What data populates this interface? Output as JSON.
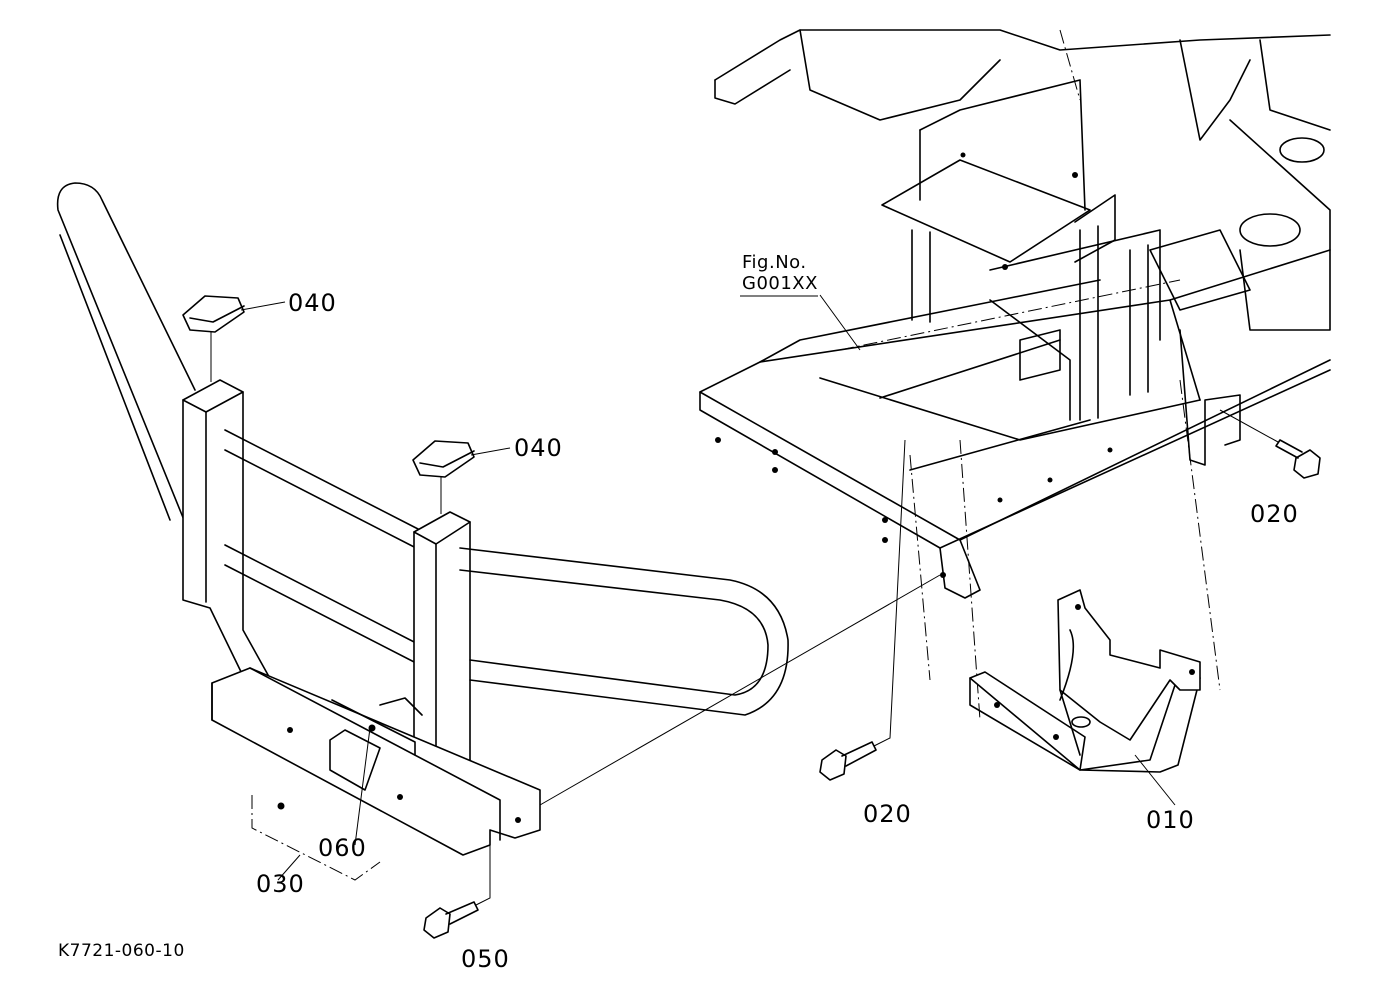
{
  "figure": {
    "reference": {
      "label": "Fig.No.",
      "code": "G001XX"
    },
    "drawing_number": "K7721-060-10"
  },
  "callouts": [
    {
      "part": "040"
    },
    {
      "part": "040"
    },
    {
      "part": "020"
    },
    {
      "part": "020"
    },
    {
      "part": "010"
    },
    {
      "part": "060"
    },
    {
      "part": "030"
    },
    {
      "part": "050"
    }
  ]
}
